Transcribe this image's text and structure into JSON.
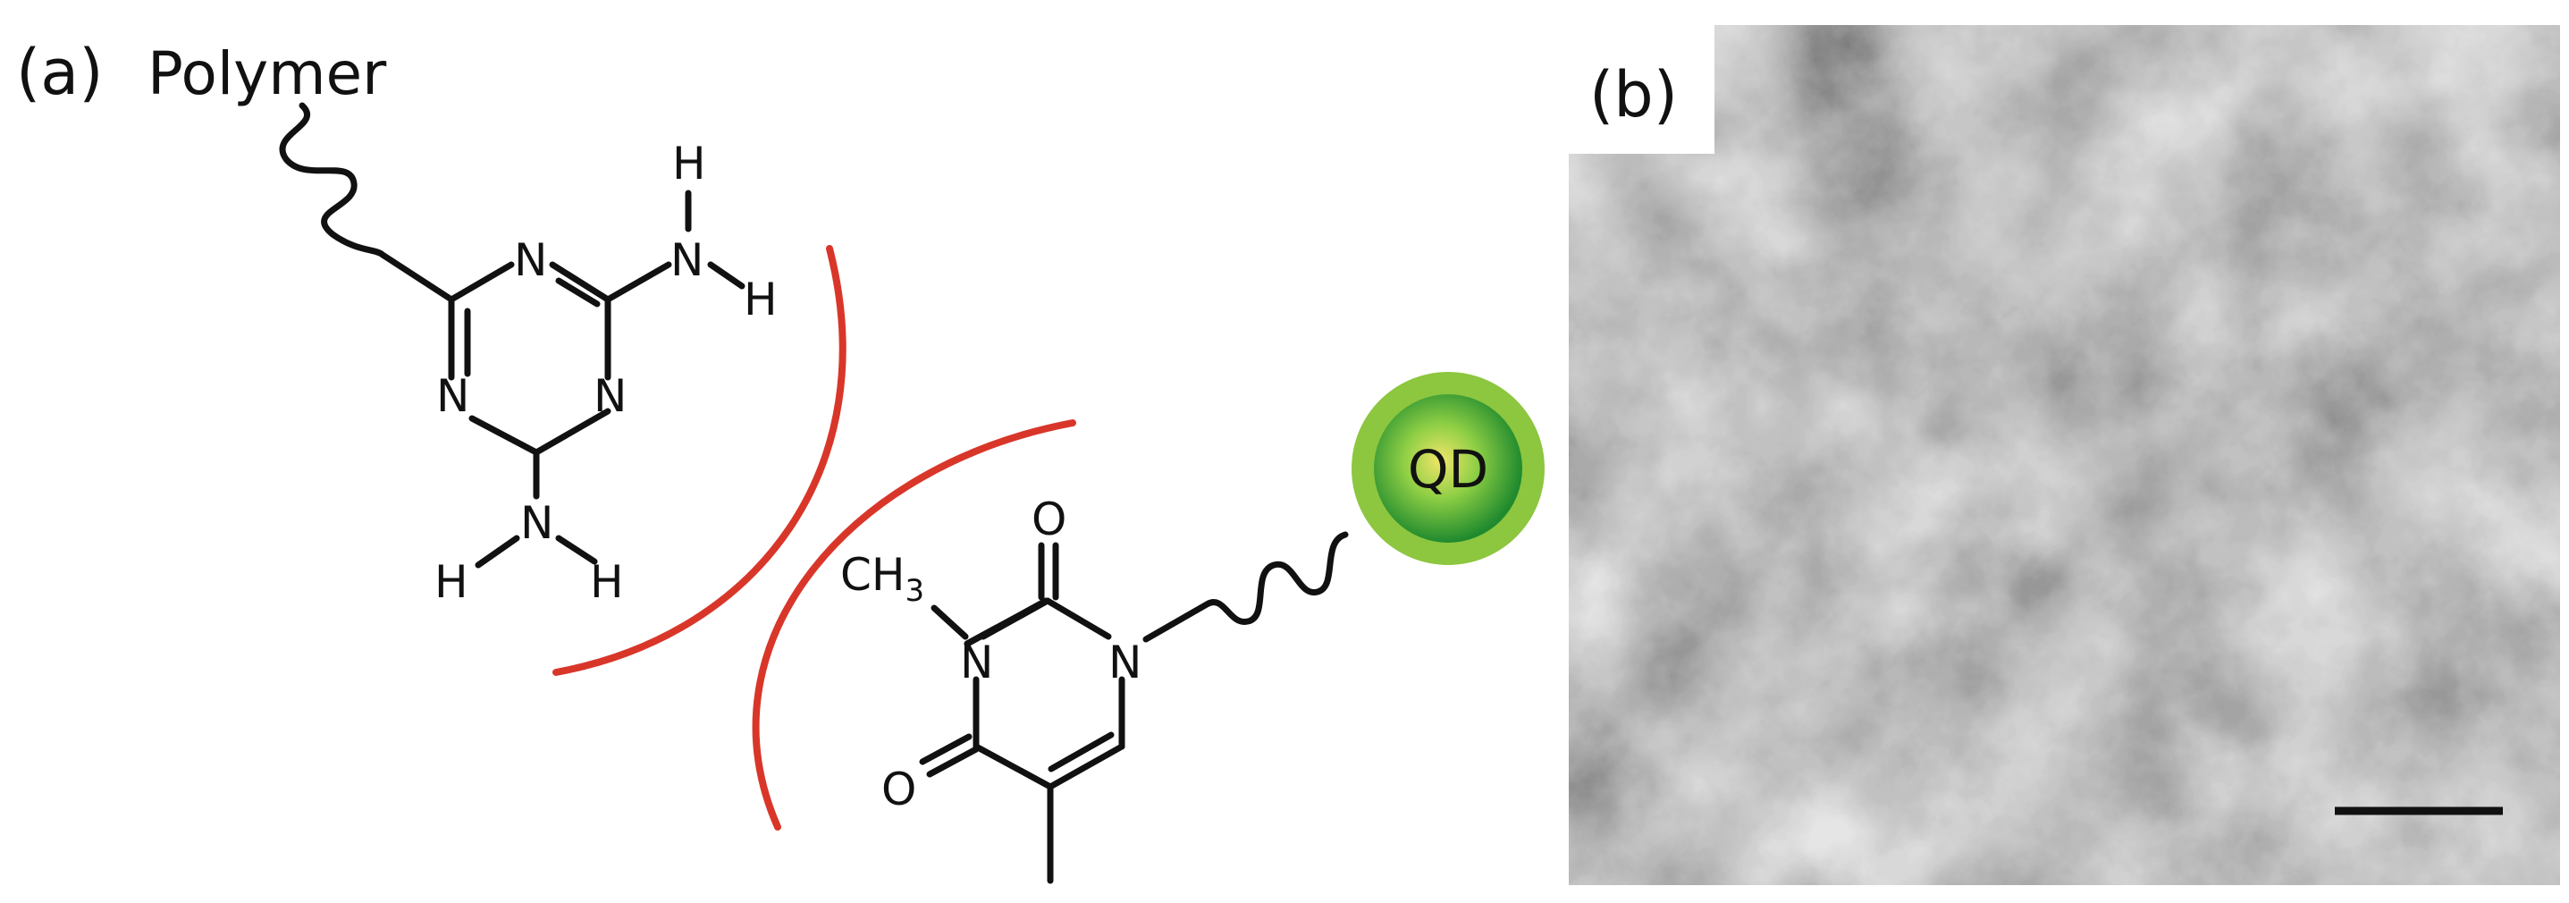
{
  "panels": {
    "a": "(a)",
    "b": "(b)"
  },
  "labels": {
    "polymer": "Polymer",
    "qd": "QD",
    "ch3": "CH",
    "ch3_sub": "3"
  },
  "atoms": {
    "N": "N",
    "H": "H",
    "O": "O"
  },
  "colors": {
    "interaction_arc": "#d9362a",
    "qd_outer": "#8dc63f",
    "qd_inner_edge": "#1f8a2e",
    "qd_core": "#f1e56a",
    "micrograph_base": "#9c9c9c"
  },
  "icons": {
    "scale_bar": "scale-bar",
    "quantum_dot": "quantum-dot"
  }
}
